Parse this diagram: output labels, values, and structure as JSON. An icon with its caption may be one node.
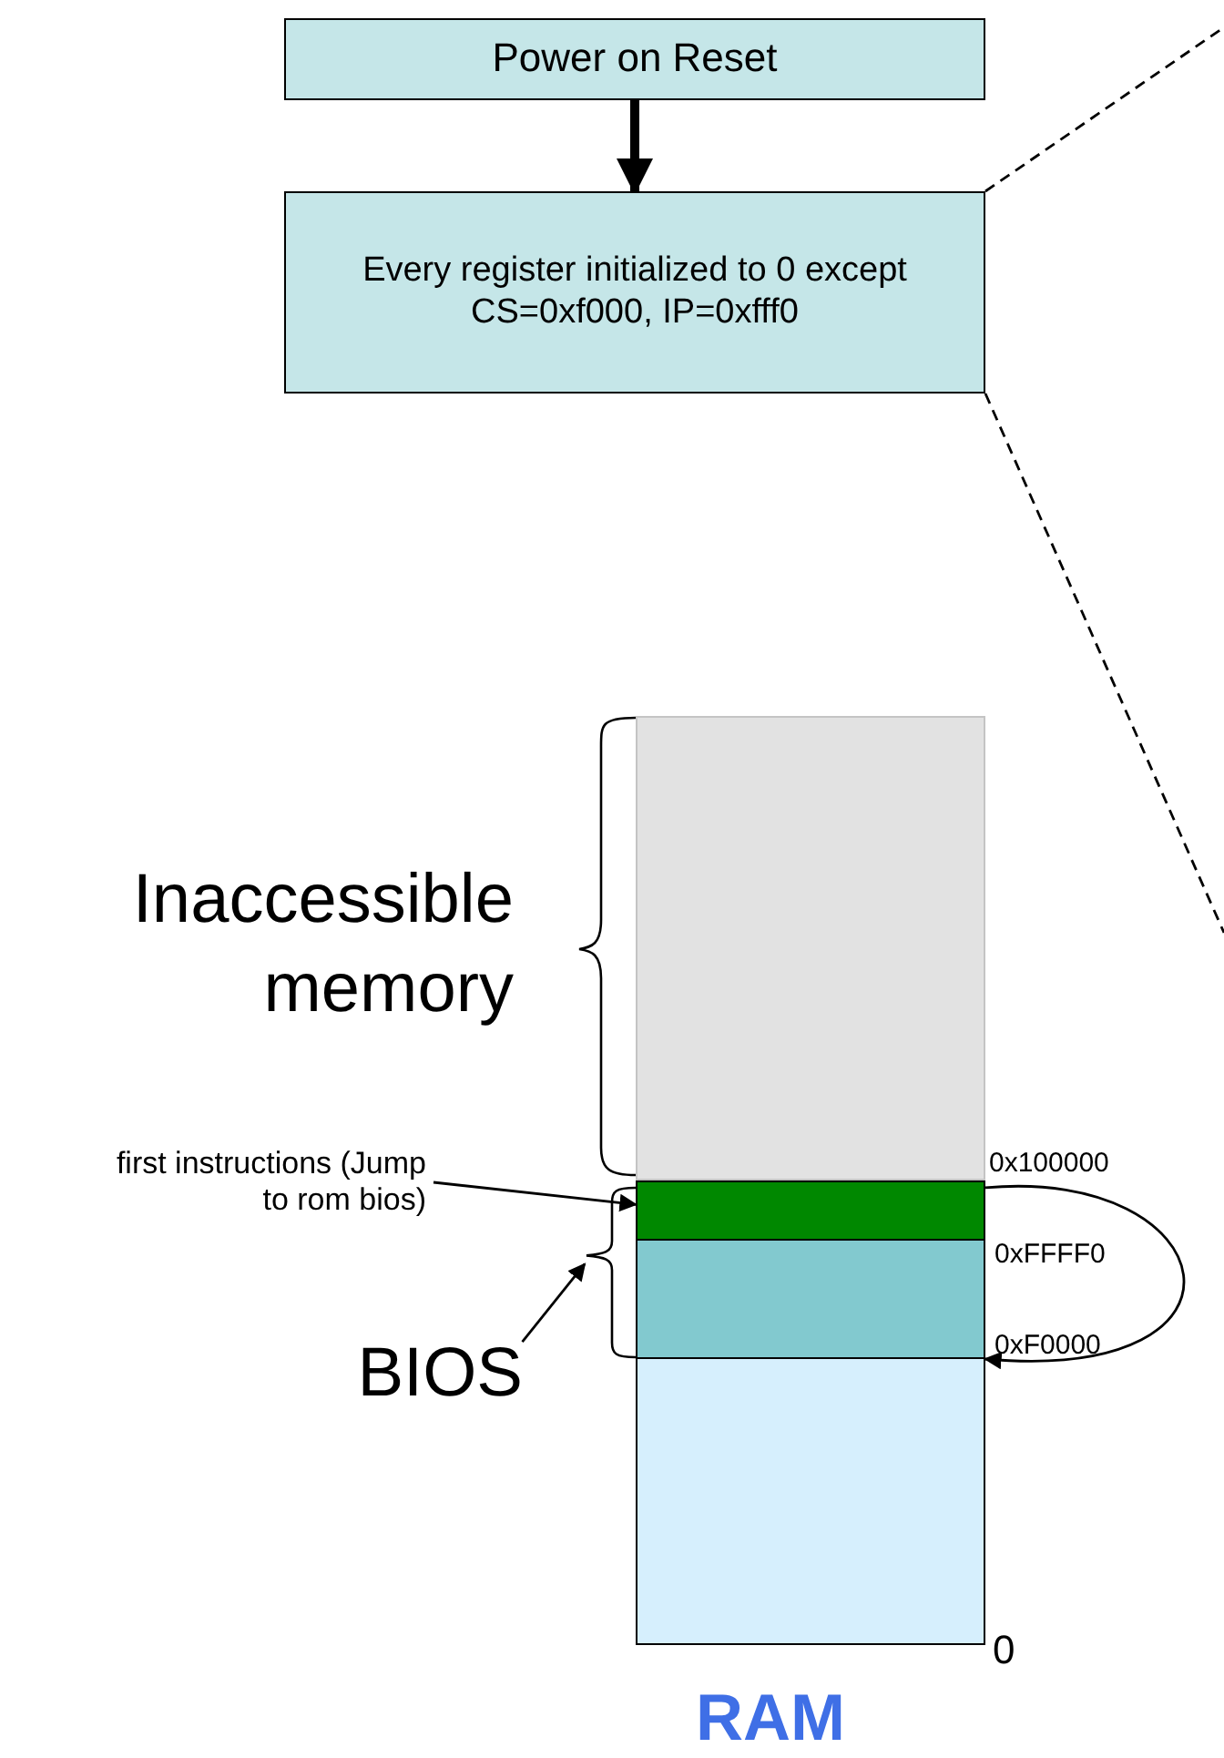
{
  "diagram": {
    "nodes": [
      {
        "text": [
          "Power on Reset"
        ]
      },
      {
        "text": [
          "Every register initialized to 0 except CS=0xf000, IP=0xfff0"
        ]
      },
      {
        "text": [
          "first instructions (Jump to rom bios)"
        ]
      },
      {
        "text": [],
        "shape": "bar",
        "beside": [
          "Inaccessible memory"
        ]
      },
      {
        "text": [],
        "shape": "bar"
      },
      {
        "text": [],
        "shape": "bar"
      },
      {
        "text": [],
        "shape": "bar"
      },
      {
        "text": [
          "BIOS"
        ]
      },
      {
        "text": [],
        "shape": "brace"
      }
    ],
    "edges": [
      {
        "from": 0,
        "to": 1,
        "arrow": "to",
        "style": "thick"
      },
      {
        "from": 1,
        "to": null,
        "arrow": "none",
        "style": "dashed"
      },
      {
        "from": 1,
        "to": null,
        "arrow": "none",
        "style": "dashed"
      },
      {
        "from": 2,
        "to": 4,
        "arrow": "to"
      },
      {
        "from": 4,
        "to": 5,
        "arrow": "to"
      },
      {
        "from": 7,
        "to": 8,
        "arrow": "to"
      }
    ],
    "labels": [
      "0x100000",
      "0xFFFF0",
      "0xF0000",
      "0",
      "RAM"
    ]
  }
}
